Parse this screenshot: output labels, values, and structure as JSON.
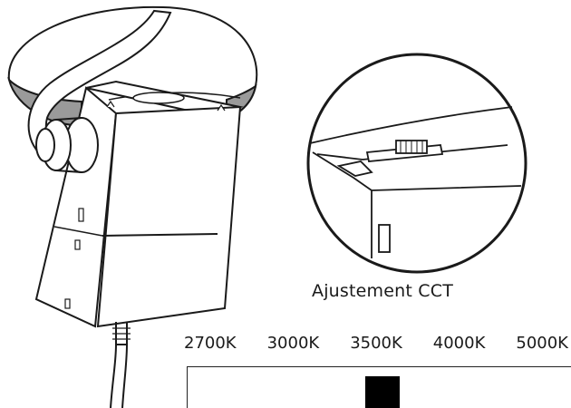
{
  "diagram": {
    "caption": "Ajustement CCT",
    "cct_options": [
      "2700K",
      "3000K",
      "3500K",
      "4000K",
      "5000K"
    ],
    "selected_cct": "3500K"
  },
  "colors": {
    "line": "#1a1a1a",
    "ceiling_band": "#9a9a9a",
    "background": "#ffffff",
    "knob": "#000000"
  }
}
